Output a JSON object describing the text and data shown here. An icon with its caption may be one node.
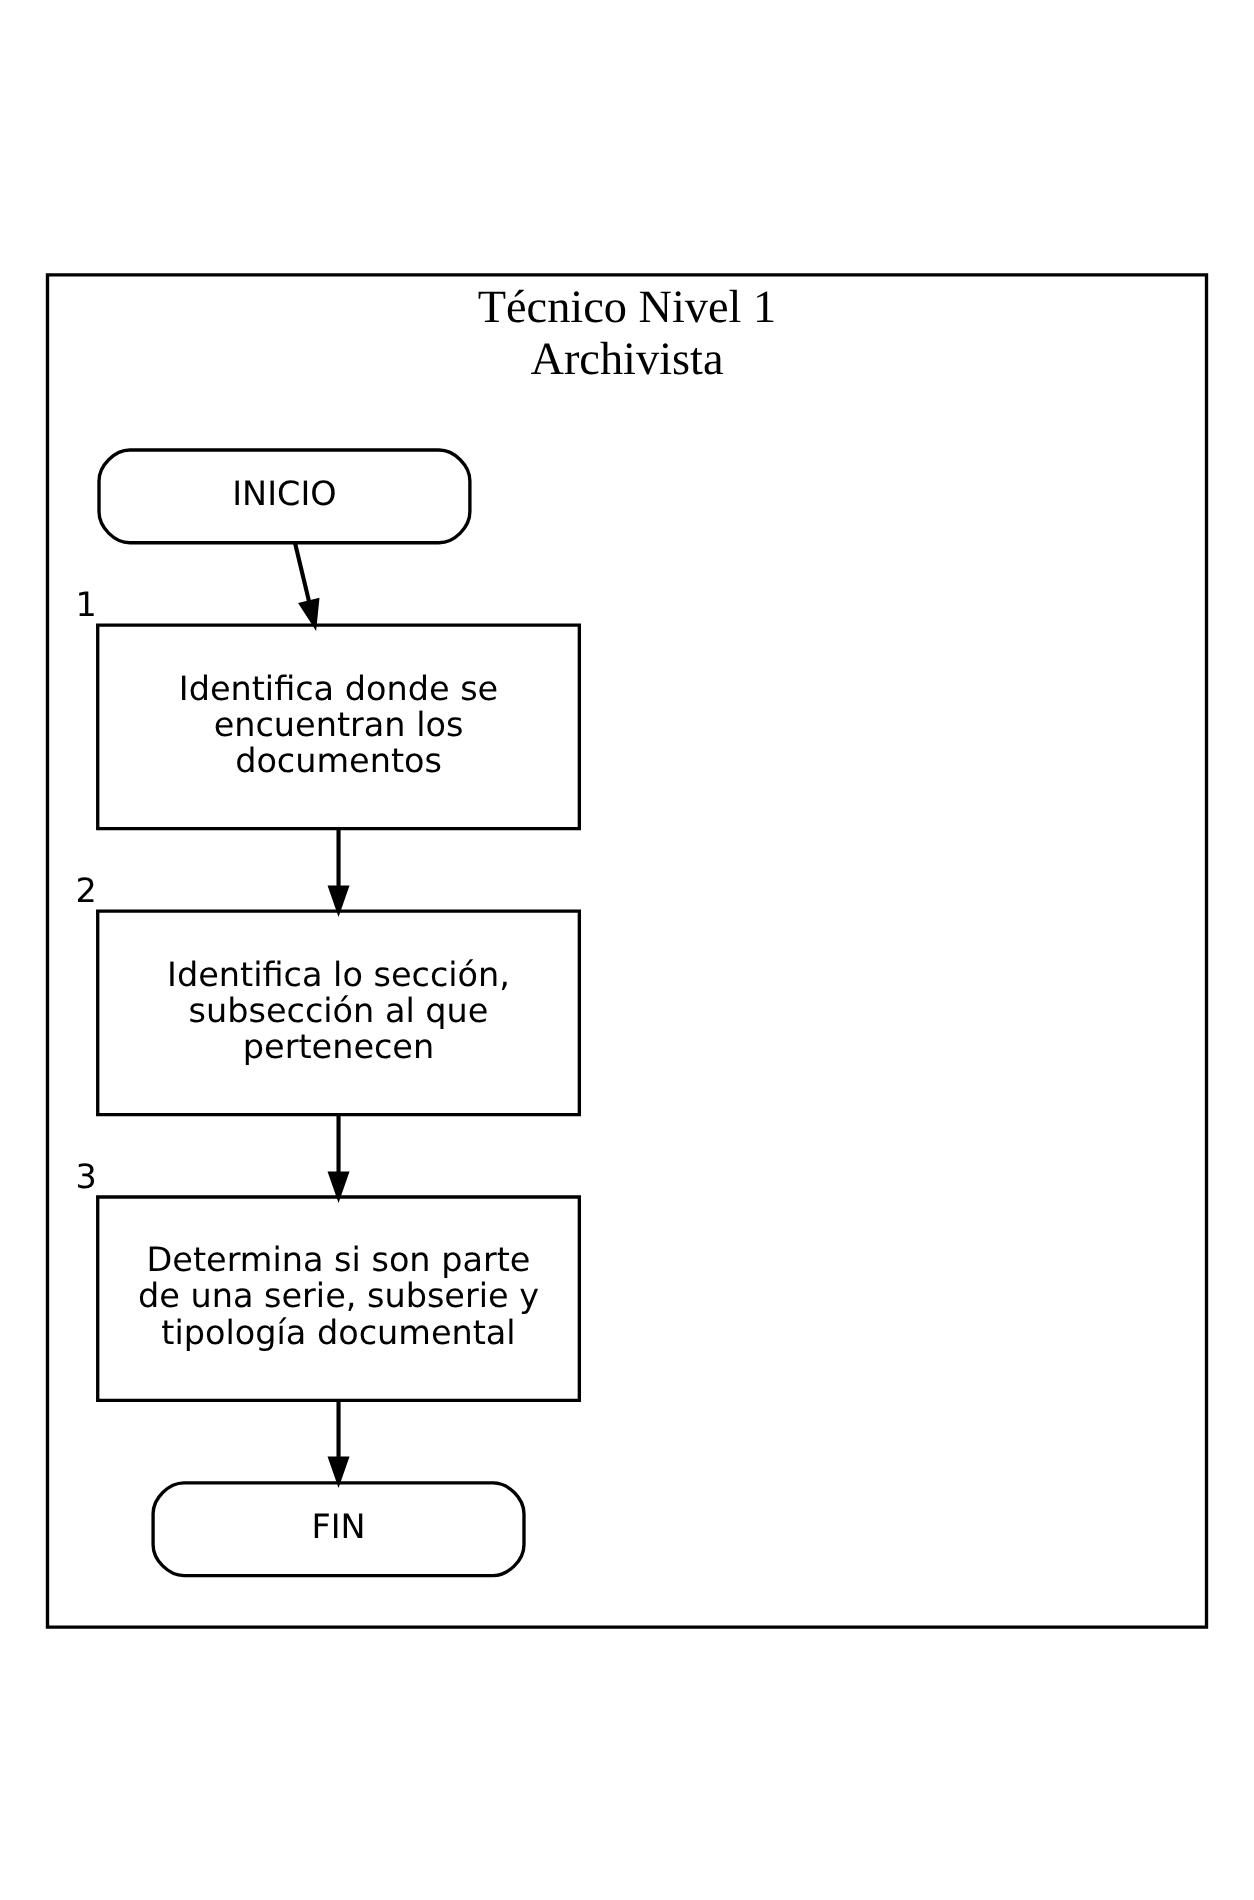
{
  "diagram": {
    "nodes": [
      {
        "text": [
          "Técnico Nivel 1 Archivista"
        ]
      },
      {
        "text": [
          "INICIO"
        ],
        "in": 0
      },
      {
        "text": [
          "Identifica donde se encuentran los documentos"
        ],
        "in": 0,
        "beside": [
          "1"
        ]
      },
      {
        "text": [
          "Identifica lo sección, subsección al que pertenecen"
        ],
        "in": 0,
        "beside": [
          "2"
        ]
      },
      {
        "text": [
          "Determina si son parte de una serie, subserie y tipología documental"
        ],
        "in": 0,
        "beside": [
          "3"
        ]
      },
      {
        "text": [
          "FIN"
        ],
        "in": 0
      }
    ],
    "edges": [
      {
        "from": 1,
        "to": 2,
        "arrow": "to"
      },
      {
        "from": 2,
        "to": 3,
        "arrow": "to"
      },
      {
        "from": 3,
        "to": 4,
        "arrow": "to"
      },
      {
        "from": 4,
        "to": 5,
        "arrow": "to"
      }
    ]
  }
}
